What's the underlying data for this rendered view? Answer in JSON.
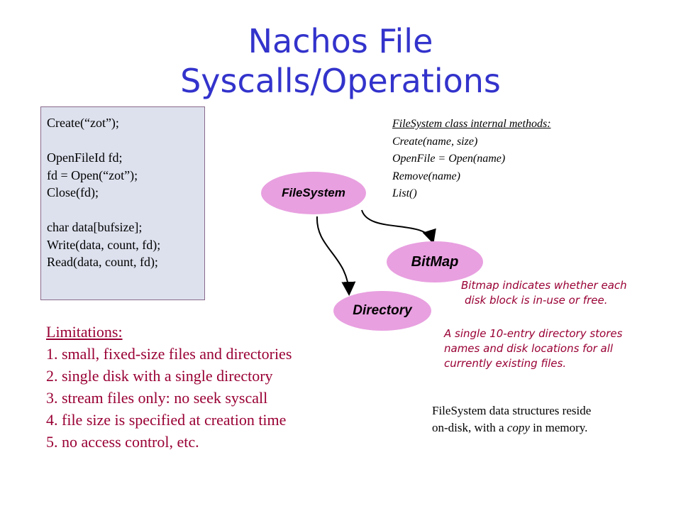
{
  "title": {
    "line1": "Nachos File",
    "line2": "Syscalls/Operations"
  },
  "code_box": {
    "lines": [
      "Create(“zot”);",
      "",
      "OpenFileId fd;",
      "fd = Open(“zot”);",
      "Close(fd);",
      "",
      "char data[bufsize];",
      "Write(data, count, fd);",
      "Read(data, count, fd);"
    ]
  },
  "methods": {
    "heading": "FileSystem class internal methods:",
    "items": [
      "Create(name, size)",
      "OpenFile = Open(name)",
      "Remove(name)",
      "List()"
    ]
  },
  "diagram": {
    "filesystem_label": "FileSystem",
    "bitmap_label": "BitMap",
    "directory_label": "Directory",
    "ellipse_color": "#e8a0e0",
    "bitmap_note_line1": "Bitmap indicates whether each",
    "bitmap_note_line2": "disk block is in-use or free.",
    "directory_note_line1": "A single 10-entry directory stores",
    "directory_note_line2": "names and disk locations for all",
    "directory_note_line3": "currently existing files."
  },
  "limitations": {
    "heading": "Limitations:",
    "items": [
      "1. small, fixed-size files and directories",
      "2. single disk with a single directory",
      "3. stream files only: no seek syscall",
      "4. file size is specified at creation time",
      "5. no access control, etc."
    ]
  },
  "disk_note": {
    "line1": "FileSystem data structures reside",
    "line2_before": "on-disk, with a ",
    "line2_em": "copy",
    "line2_after": " in memory."
  },
  "colors": {
    "title": "#3333cc",
    "accent_text": "#990033",
    "code_box_bg": "#dde1ee"
  }
}
